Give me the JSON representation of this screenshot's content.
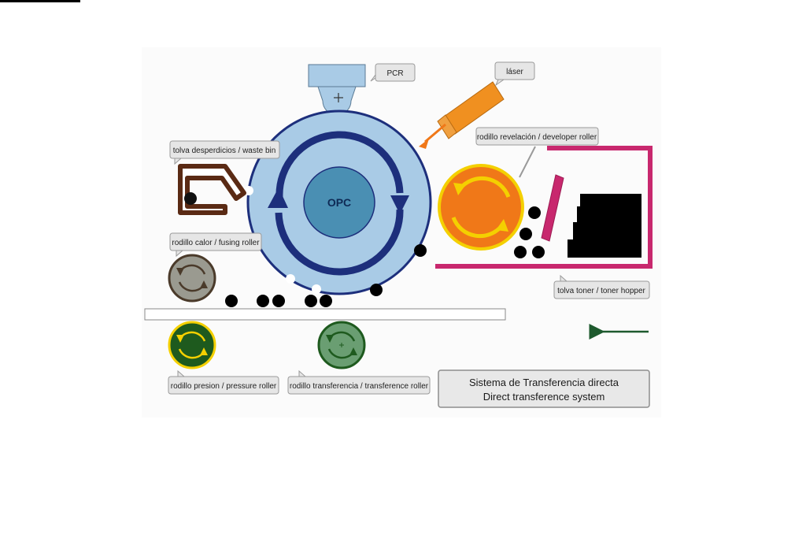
{
  "labels": {
    "pcr": "PCR",
    "laser": "láser",
    "waste_bin": "tolva desperdicios / waste bin",
    "developer_roller": "rodillo revelación  / developer roller",
    "fusing_roller": "rodillo calor / fusing roller",
    "toner_hopper": "tolva toner / toner hopper",
    "pressure_roller": "rodillo presion / pressure roller",
    "transference_roller": "rodillo transferencia / transference roller",
    "opc": "OPC"
  },
  "title": {
    "line1": "Sistema de Transferencia directa",
    "line2": "Direct transference system"
  },
  "colors": {
    "opc_drum": "#a9cbe6",
    "opc_core": "#4a8fb3",
    "opc_arrows": "#1d2f7c",
    "developer": "#f07818",
    "developer_ring": "#f4d000",
    "hopper": "#c8286e",
    "waste_bin": "#5a2a14",
    "fusing": "#9a9a90",
    "pressure": "#1e5a1e",
    "transfer": "#6a9e72",
    "laser": "#f09020",
    "feed_arrow": "#1e5a2e"
  }
}
